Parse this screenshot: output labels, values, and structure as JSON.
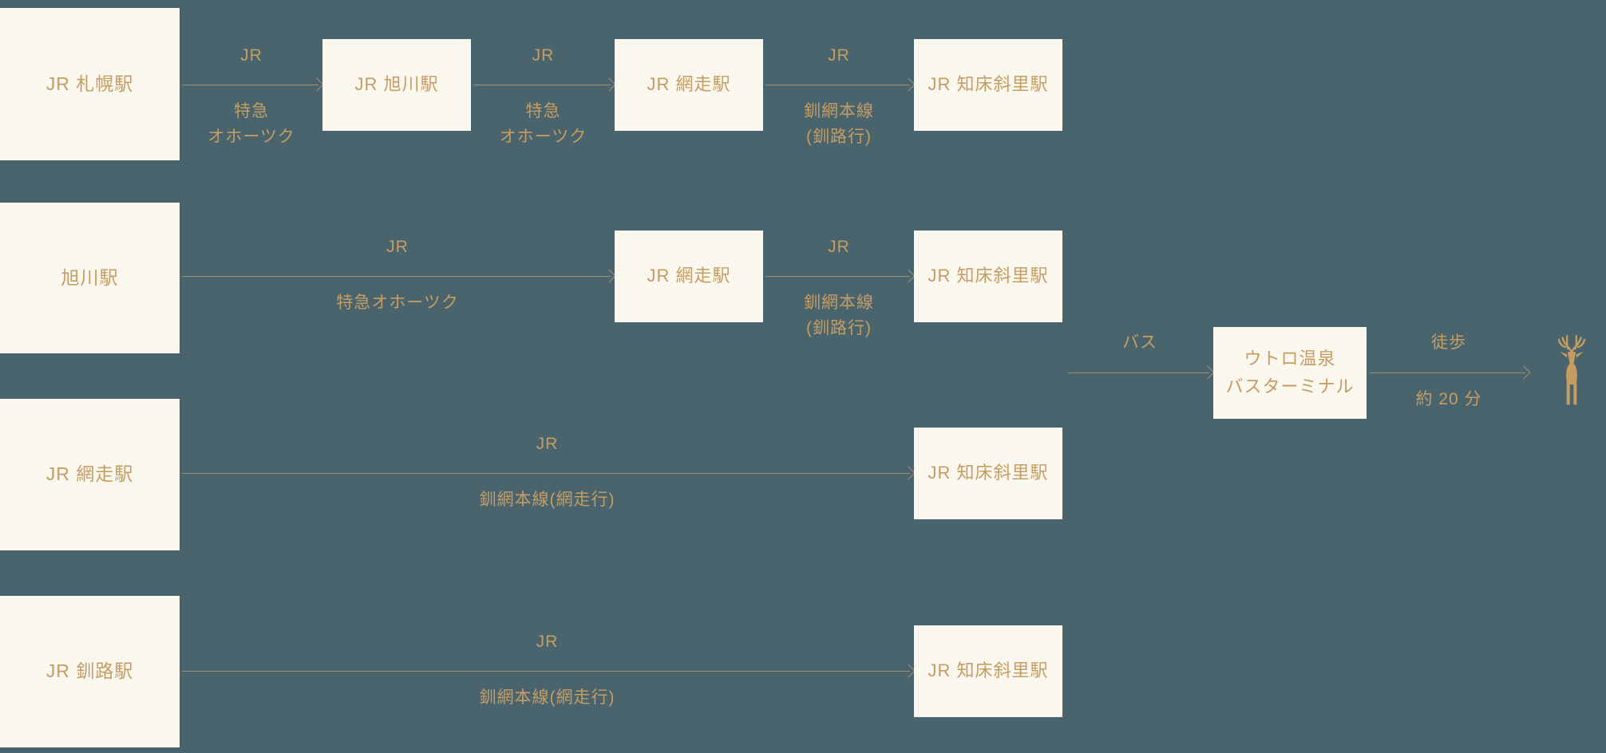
{
  "colors": {
    "background": "#4a646d",
    "box": "#faf7ef",
    "accent": "#c59d63",
    "line": "#ab9877"
  },
  "rows": [
    {
      "origin": "JR 札幌駅",
      "segments": [
        {
          "top": "JR",
          "bottom": "特急\nオホーツク"
        },
        {
          "top": "JR",
          "bottom": "特急\nオホーツク"
        },
        {
          "top": "JR",
          "bottom": "釧網本線\n(釧路行)"
        }
      ],
      "stations": [
        "JR 旭川駅",
        "JR 網走駅",
        "JR 知床斜里駅"
      ]
    },
    {
      "origin": "旭川駅",
      "segments": [
        {
          "top": "JR",
          "bottom": "特急オホーツク"
        },
        {
          "top": "JR",
          "bottom": "釧網本線\n(釧路行)"
        }
      ],
      "stations": [
        "JR 網走駅",
        "JR 知床斜里駅"
      ]
    },
    {
      "origin": "JR 網走駅",
      "segments": [
        {
          "top": "JR",
          "bottom": "釧網本線(網走行)"
        }
      ],
      "stations": [
        "JR 知床斜里駅"
      ]
    },
    {
      "origin": "JR 釧路駅",
      "segments": [
        {
          "top": "JR",
          "bottom": "釧網本線(網走行)"
        }
      ],
      "stations": [
        "JR 知床斜里駅"
      ]
    }
  ],
  "tail": {
    "bus": {
      "top": "バス"
    },
    "terminal": "ウトロ温泉\nバスターミナル",
    "walk": {
      "top": "徒歩",
      "bottom": "約 20 分"
    },
    "destination_icon": "deer-icon"
  }
}
